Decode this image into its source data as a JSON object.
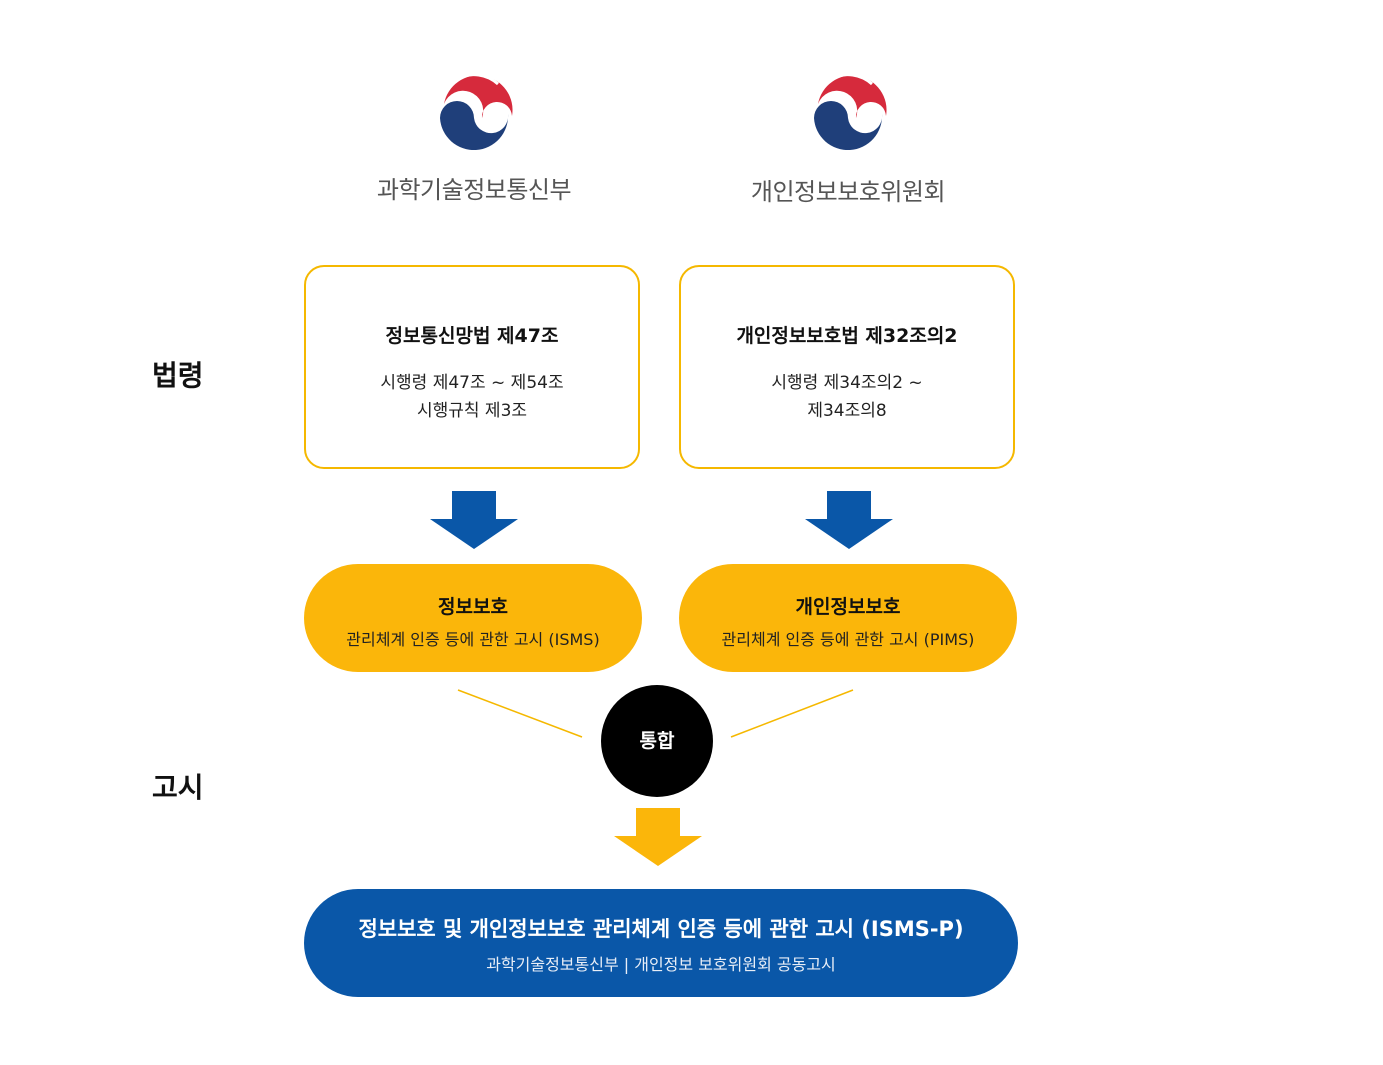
{
  "organizations": [
    {
      "name": "과학기술정보통신부"
    },
    {
      "name": "개인정보보호위원회"
    }
  ],
  "side_labels": {
    "laws": "법령",
    "notice": "고시"
  },
  "laws": [
    {
      "title": "정보통신망법 제47조",
      "lines": [
        "시행령 제47조 ~ 제54조",
        "시행규칙 제3조"
      ]
    },
    {
      "title": "개인정보보호법 제32조의2",
      "lines": [
        "시행령 제34조의2 ~",
        "제34조의8"
      ]
    }
  ],
  "notices": [
    {
      "title": "정보보호",
      "subtitle": "관리체계 인증 등에 관한 고시 (ISMS)"
    },
    {
      "title": "개인정보보호",
      "subtitle": "관리체계 인증 등에 관한 고시 (PIMS)"
    }
  ],
  "merge_label": "통합",
  "final": {
    "title": "정보보호 및 개인정보보호 관리체계 인증 등에 관한 고시 (ISMS-P)",
    "subtitle": "과학기술정보통신부 | 개인정보 보호위원회 공동고시"
  },
  "colors": {
    "box_border": "#f5b800",
    "pill_fill": "#fbb60a",
    "arrow_blue": "#0a57a8",
    "arrow_yellow": "#fbb60a",
    "final_fill": "#0a57a8",
    "merge_circle": "#000000",
    "emblem_red": "#d62a3c",
    "emblem_blue": "#1f3f7a"
  }
}
